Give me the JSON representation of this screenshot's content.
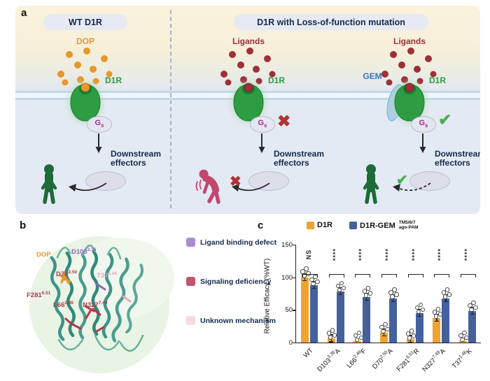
{
  "colors": {
    "receptor_green": "#2E9C42",
    "gem_blue": "#AACFE9",
    "gs_magenta": "#A12D8F",
    "ligand_red": "#9E3038",
    "dop_orange": "#E8972A",
    "check_green": "#4DAE52",
    "cross_red": "#B23333",
    "person_green": "#1D6B38",
    "person_pink": "#C2476E",
    "text_navy": "#16294B"
  },
  "panels": {
    "a": {
      "label": "a",
      "wt_title": "WT D1R",
      "mut_title": "D1R with Loss-of-function mutation",
      "dop": "DOP",
      "ligands": "Ligands",
      "receptor": "D1R",
      "gem": "GEM",
      "g": "G",
      "g_sub": "s",
      "effectors": "Downstream effectors",
      "cross_glyph": "✖",
      "check_glyph": "✔"
    },
    "b": {
      "label": "b",
      "residues": [
        {
          "base": "DOP",
          "sup": "",
          "color": "#E8972A"
        },
        {
          "base": "D103",
          "sup": "3.36",
          "color": "#8B6BB8"
        },
        {
          "base": "D70",
          "sup": "2.50",
          "color": "#B23A4C"
        },
        {
          "base": "T37",
          "sup": "1.46",
          "color": "#E2A8BC"
        },
        {
          "base": "F281",
          "sup": "6.51",
          "color": "#B23A4C"
        },
        {
          "base": "L66",
          "sup": "2.46",
          "color": "#B23A4C"
        },
        {
          "base": "N327",
          "sup": "7.49",
          "color": "#B23A4C"
        }
      ],
      "legend": [
        {
          "label": "Ligand binding defect",
          "color": "#A78FCE"
        },
        {
          "label": "Signaling deficiency",
          "color": "#C2556E"
        },
        {
          "label": "Unknown mechanism",
          "color": "#F6DAE1"
        }
      ]
    },
    "c": {
      "label": "c"
    }
  },
  "chart_data": {
    "type": "bar",
    "title": "",
    "xlabel": "",
    "ylabel": "Relative Efficacy (%WT)",
    "ylim": [
      0,
      150
    ],
    "yticks": [
      0,
      50,
      100,
      150
    ],
    "grid": false,
    "legend_position": "top",
    "categories": [
      {
        "base": "WT",
        "sup": "",
        "suffix": ""
      },
      {
        "base": "D103",
        "sup": "3.36",
        "suffix": "A"
      },
      {
        "base": "L66",
        "sup": "2.46",
        "suffix": "F"
      },
      {
        "base": "D70",
        "sup": "2.50",
        "suffix": "A"
      },
      {
        "base": "F281",
        "sup": "6.51",
        "suffix": "R"
      },
      {
        "base": "N327",
        "sup": "7.49",
        "suffix": "A"
      },
      {
        "base": "T37",
        "sup": "1.46",
        "suffix": "K"
      }
    ],
    "series": [
      {
        "name": "D1R",
        "color": "#F0A32F",
        "values": [
          100,
          6,
          2,
          15,
          5,
          38,
          2
        ]
      },
      {
        "name": "D1R-GEM",
        "name_sup": "TM5/6/7",
        "name_sub": "ago-PAM",
        "color": "#44619D",
        "values": [
          88,
          78,
          70,
          68,
          45,
          68,
          48
        ]
      }
    ],
    "significance": [
      "NS",
      "****",
      "****",
      "****",
      "****",
      "****",
      "****"
    ]
  }
}
